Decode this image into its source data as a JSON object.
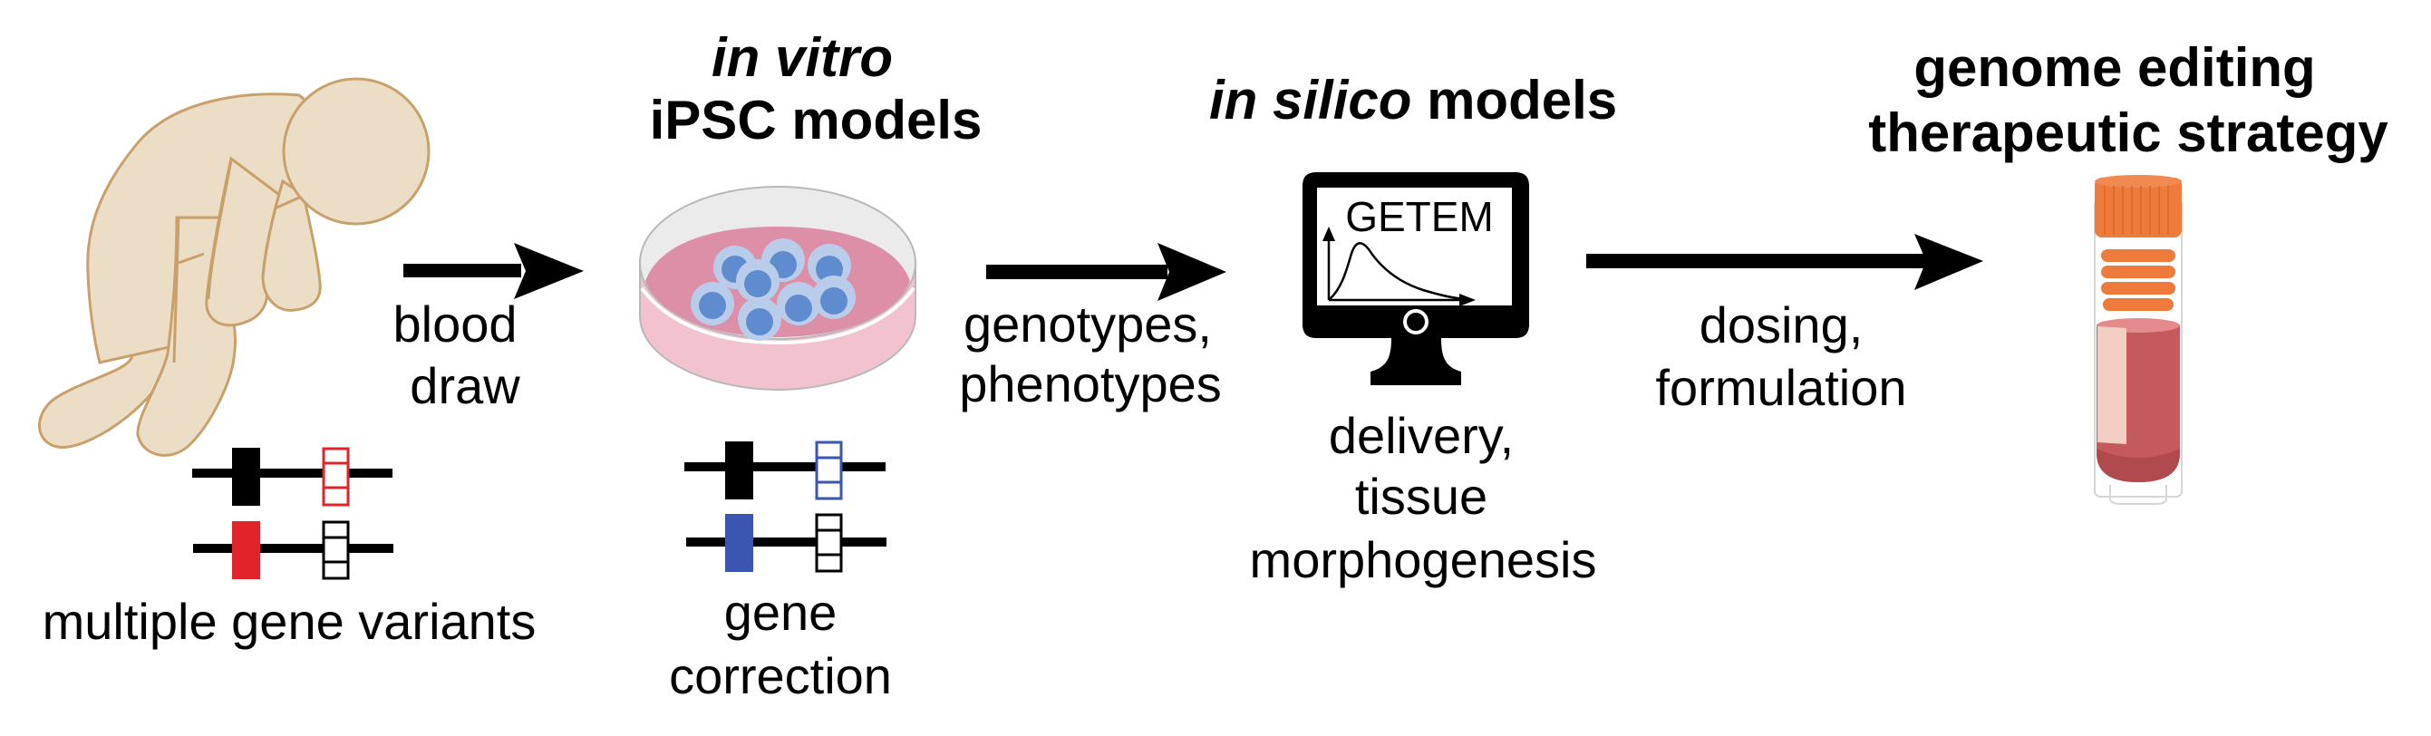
{
  "figure": {
    "stages": [
      {
        "id": "patient",
        "caption": "multiple gene variants",
        "chromosomes": {
          "top": {
            "solid_color": "#000000",
            "outline_color": "#e0242a"
          },
          "bottom": {
            "solid_color": "#e0242a",
            "outline_color": "#000000"
          }
        }
      },
      {
        "id": "in-vitro",
        "heading_italic": "in vitro",
        "heading": "iPSC models",
        "caption_lines": [
          "gene",
          "correction"
        ],
        "chromosomes": {
          "top": {
            "solid_color": "#000000",
            "outline_color": "#3a56b0"
          },
          "bottom": {
            "solid_color": "#3a56b0",
            "outline_color": "#000000"
          }
        }
      },
      {
        "id": "in-silico",
        "heading_italic": "in silico",
        "heading": "models",
        "screen_label": "GETEM",
        "caption_lines": [
          "delivery,",
          "tissue",
          "morphogenesis"
        ]
      },
      {
        "id": "therapy",
        "heading_lines": [
          "genome editing",
          "therapeutic strategy"
        ]
      }
    ],
    "arrows": [
      {
        "label_lines": [
          "blood",
          "draw"
        ]
      },
      {
        "label_lines": [
          "genotypes,",
          "phenotypes"
        ]
      },
      {
        "label_lines": [
          "dosing,",
          "formulation"
        ]
      }
    ],
    "colors": {
      "skin": "#ecdec6",
      "skin_outline": "#c9a06a",
      "dish_media": "#dc8fa6",
      "dish_side": "#f2c3cf",
      "cell": "#b9cdea",
      "nucleus": "#5f8ccf",
      "cap": "#ee7a3c",
      "blood": "#c55a5e",
      "label": "#f2cfc2"
    }
  }
}
